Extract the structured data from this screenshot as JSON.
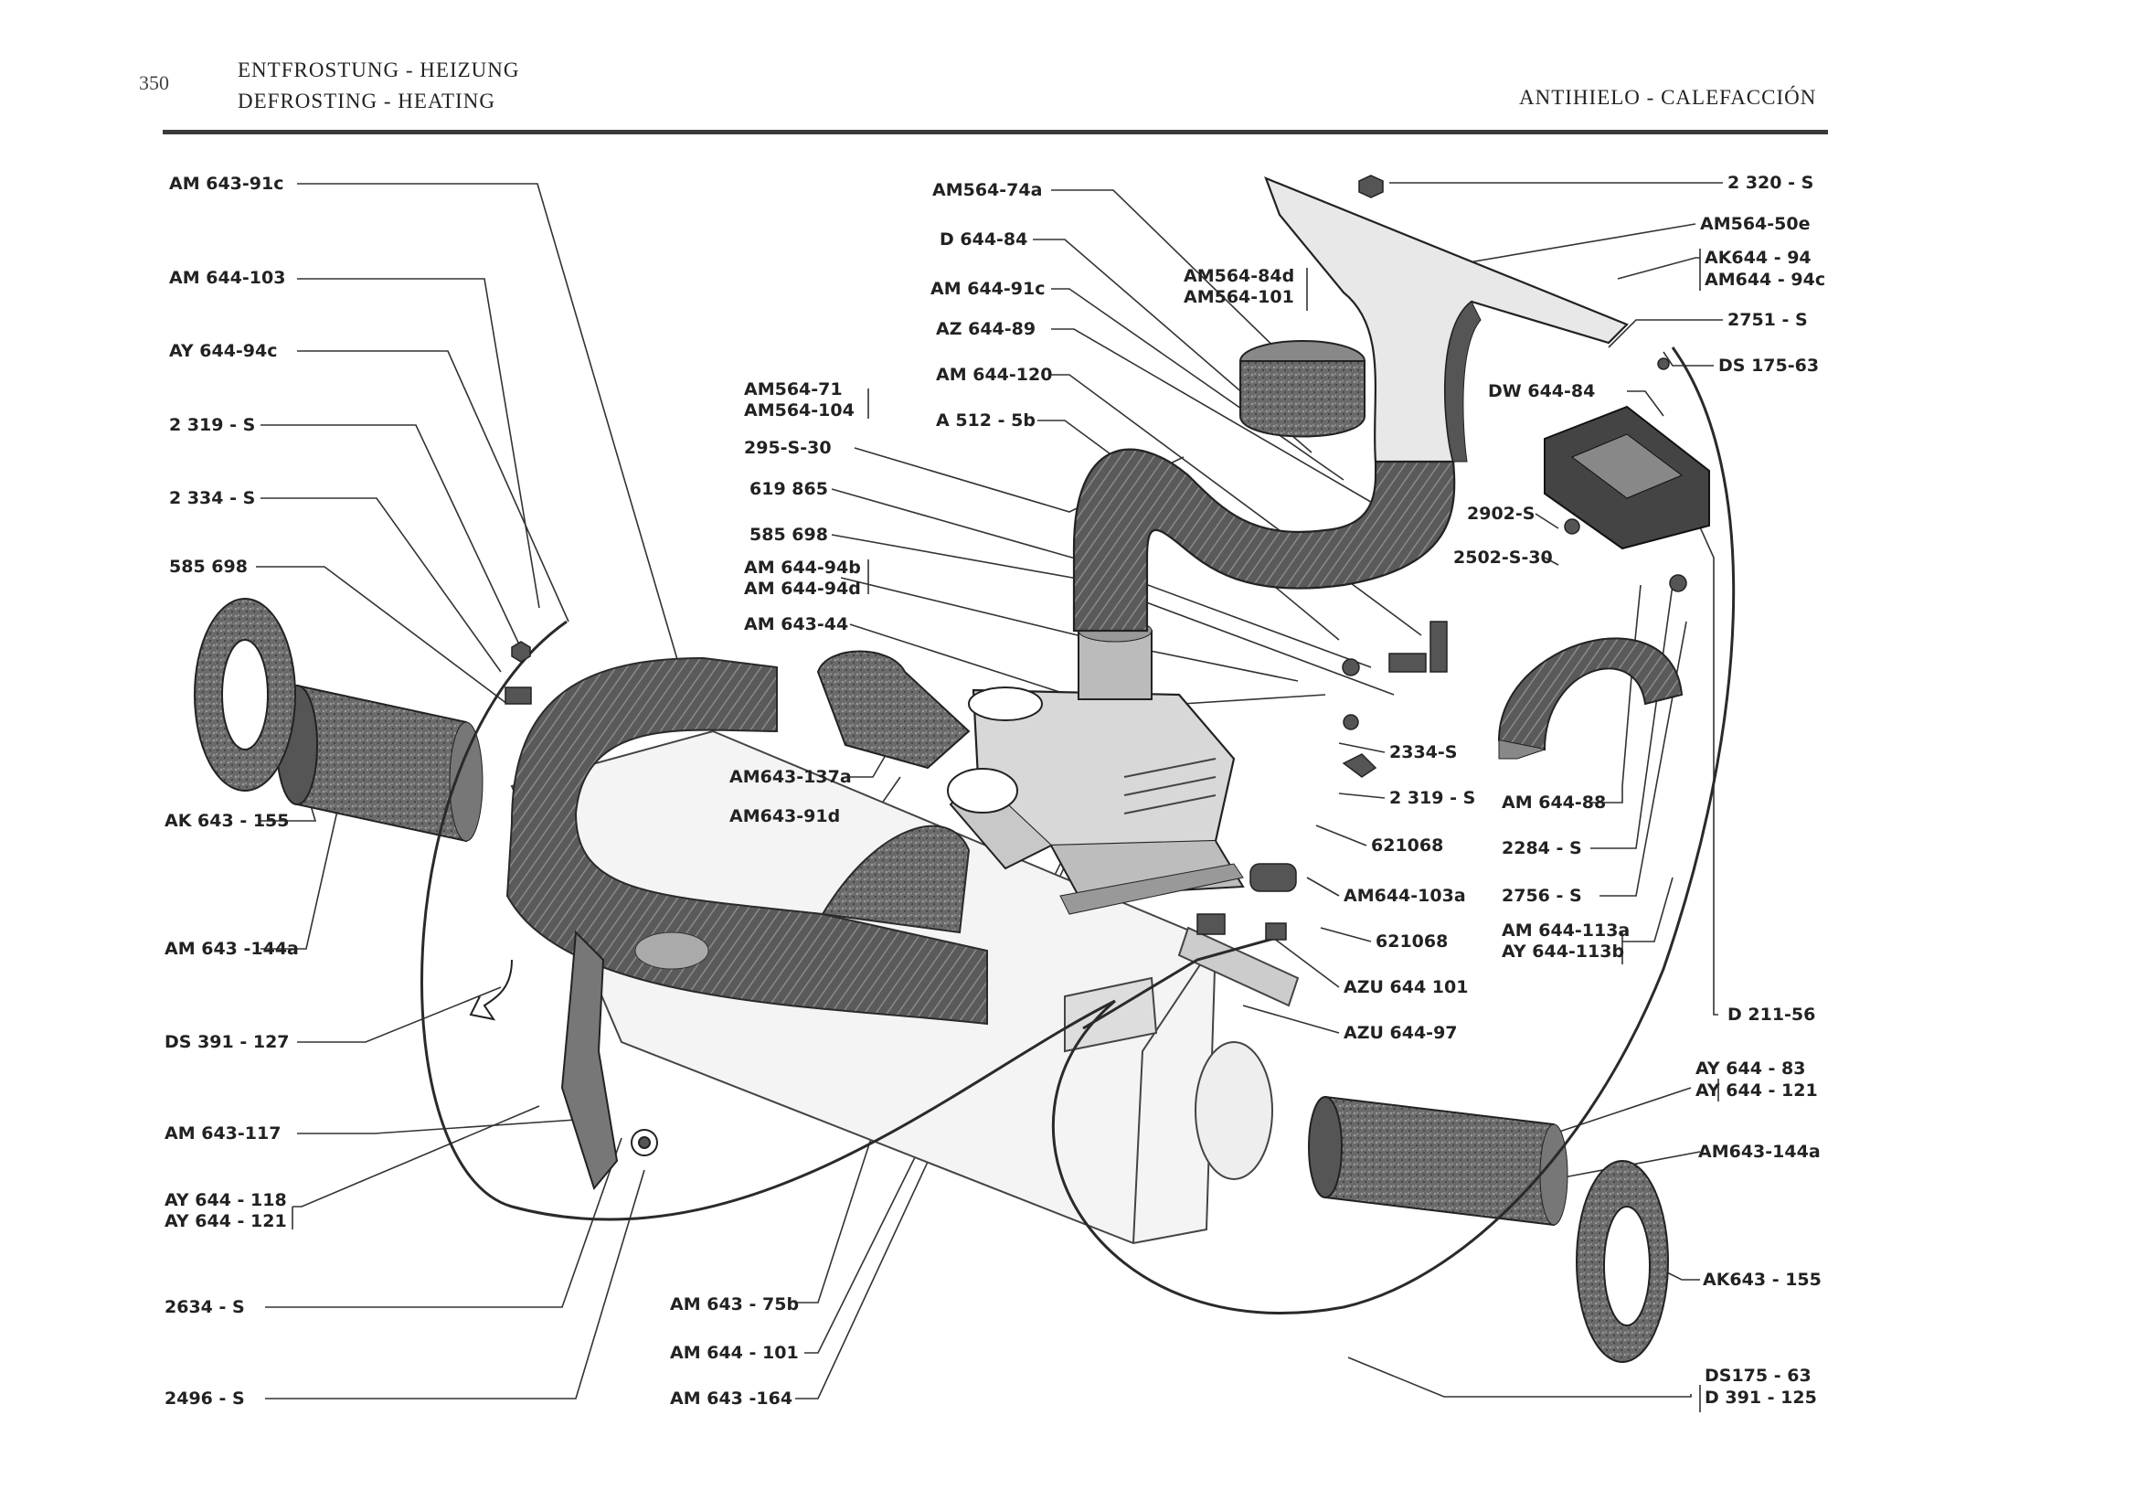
{
  "header": {
    "page_number": "350",
    "title_de": "ENTFROSTUNG - HEIZUNG",
    "title_en": "DEFROSTING - HEATING",
    "title_es": "ANTIHIELO - CALEFACCIÓN"
  },
  "labels": {
    "l01": "AM 643-91c",
    "l02": "AM 644-103",
    "l03": "AY 644-94c",
    "l04": "2 319 - S",
    "l05": "2 334 - S",
    "l06": "585 698",
    "l07": "AK 643 - 155",
    "l08": "AM 643 -144a",
    "l09": "DS 391 - 127",
    "l10": "AM 643-117",
    "l11": "AY 644 - 118",
    "l12": "AY 644 - 121",
    "l13": "2634 - S",
    "l14": "2496 - S",
    "l15": "AM564-74a",
    "l16": "D 644-84",
    "l17": "AM 644-91c",
    "l18": "AZ 644-89",
    "l19": "AM 644-120",
    "l20": "A 512 - 5b",
    "l21": "AM564-71",
    "l22": "AM564-104",
    "l23": "295-S-30",
    "l24": "619 865",
    "l25": "585 698",
    "l26": "AM 644-94b",
    "l27": "AM 644-94d",
    "l28": "AM 643-44",
    "l29": "AM643-137a",
    "l30": "AM643-91d",
    "l31": "AM564-84d",
    "l32": "AM564-101",
    "l33": "2 320 - S",
    "l34": "AM564-50e",
    "l35": "AK644 - 94",
    "l36": "AM644 - 94c",
    "l37": "2751 - S",
    "l38": "DS 175-63",
    "l39": "DW 644-84",
    "l40": "2902-S",
    "l41": "2502-S-30",
    "l42": "2334-S",
    "l43": "2 319 - S",
    "l44": "621068",
    "l45": "AM644-103a",
    "l46": "621068",
    "l47": "AZU 644 101",
    "l48": "AZU 644-97",
    "l49": "AM 644-88",
    "l50": "2284 - S",
    "l51": "2756 - S",
    "l52": "AM 644-113a",
    "l53": "AY 644-113b",
    "l54": "D 211-56",
    "l55": "AY 644 - 83",
    "l56": "AY 644 - 121",
    "l57": "AM643-144a",
    "l58": "AK643 - 155",
    "l59": "DS175 - 63",
    "l60": "D 391 - 125",
    "l61": "AM 643 - 75b",
    "l62": "AM 644 - 101",
    "l63": "AM 643 -164"
  }
}
